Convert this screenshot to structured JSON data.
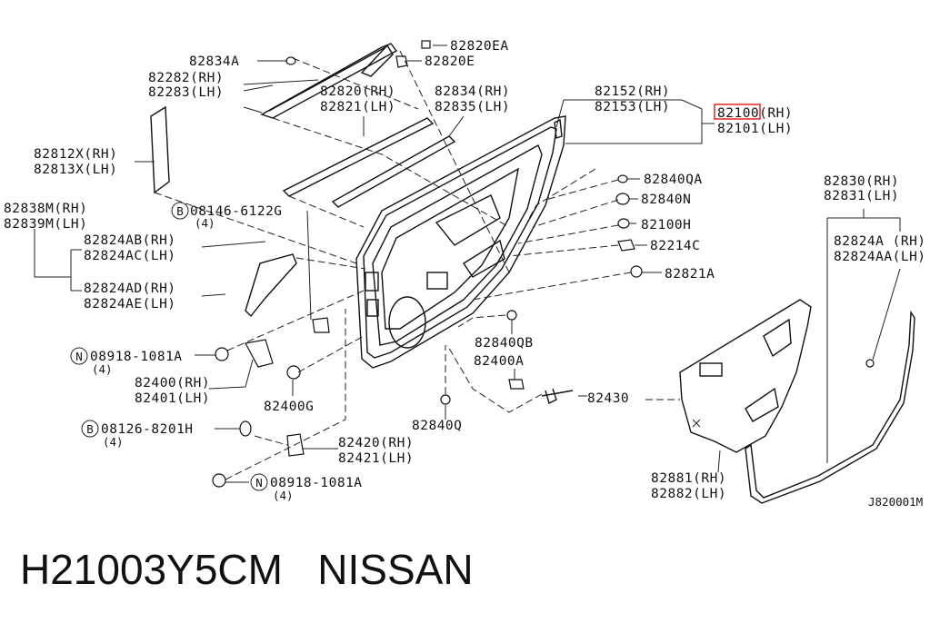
{
  "labels": {
    "p82834a": "82834A",
    "p82820ea": "82820EA",
    "p82820e": "82820E",
    "p82282": "82282(RH)",
    "p82283": "82283(LH)",
    "p82820": "82820(RH)",
    "p82821": "82821(LH)",
    "p82834": "82834(RH)",
    "p82835": "82835(LH)",
    "p82152": "82152(RH)",
    "p82153": "82153(LH)",
    "p82100": "82100(RH)",
    "p82101": "82101(LH)",
    "p82812x": "82812X(RH)",
    "p82813x": "82813X(LH)",
    "p82838m": "82838M(RH)",
    "p82839m": "82839M(LH)",
    "p08146": "08146-6122G",
    "q08146": "(4)",
    "p82824ab": "82824AB(RH)",
    "p82824ac": "82824AC(LH)",
    "p82824ad": "82824AD(RH)",
    "p82824ae": "82824AE(LH)",
    "p82840qa": "82840QA",
    "p82840n": "82840N",
    "p82100h": "82100H",
    "p82214c": "82214C",
    "p82821a": "82821A",
    "p82830": "82830(RH)",
    "p82831": "82831(LH)",
    "p82824a": "82824A (RH)",
    "p82824aa": "82824AA(LH)",
    "p08918a": "08918-1081A",
    "q08918a": "(4)",
    "p82400": "82400(RH)",
    "p82401": "82401(LH)",
    "p82400g": "82400G",
    "p82840qb": "82840QB",
    "p82400a": "82400A",
    "p82430": "82430",
    "p82840q": "82840Q",
    "p08126": "08126-8201H",
    "q08126": "(4)",
    "p82420": "82420(RH)",
    "p82421": "82421(LH)",
    "p08918b": "08918-1081A",
    "q08918b": "(4)",
    "p82881": "82881(RH)",
    "p82882": "82882(LH)",
    "ref": "J820001M",
    "circ_b1": "B",
    "circ_n1": "N",
    "circ_b2": "B",
    "circ_n2": "N"
  },
  "caption": {
    "part_number": "H21003Y5CM",
    "brand": "NISSAN"
  },
  "colors": {
    "highlight": "#e8322b",
    "ink": "#111111"
  }
}
